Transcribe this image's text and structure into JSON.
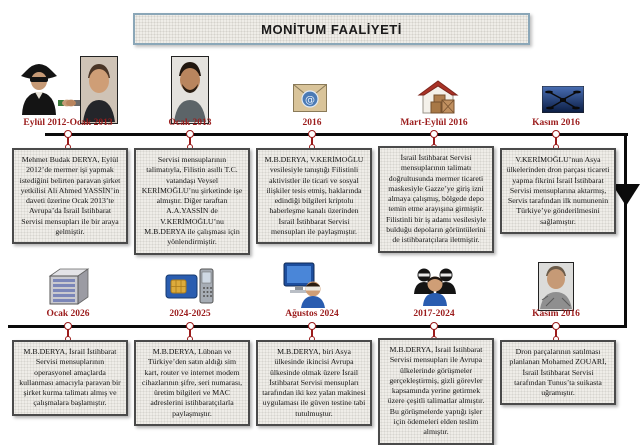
{
  "title": "MONİTUM FAALİYETİ",
  "colors": {
    "date_text": "#9b1c1c",
    "timeline": "#0b0b0b",
    "box_bg": "#efede8",
    "header_border": "#8ba7b8"
  },
  "top_events": [
    {
      "date": "Eylül 2012-Ocak 2013",
      "icon": "spy-handshake-portrait",
      "text": "Mehmet Budak DERYA, Eylül 2012’de mermer işi yapmak istediğini belirten paravan şirket yetkilisi Ali Ahmed YASSİN’in daveti üzerine Ocak 2013’te Avrupa’da İsrail İstihbarat Servisi mensupları ile bir araya gelmiştir."
    },
    {
      "date": "Ocak 2013",
      "icon": "portrait-photo",
      "text": "Servisi mensuplarının talimatıyla, Filistin asıllı T.C. vatandaşı Veysel KERİMOĞLU’nu şirketinde işe almıştır. Diğer taraftan A.A.YASSİN de V.KERİMOĞLU’nu M.B.DERYA ile çalışması için yönlendirmiştir."
    },
    {
      "date": "2016",
      "icon": "email-envelope",
      "text": "M.B.DERYA, V.KERİMOĞLU vesilesiyle tanıştığı Filistinli aktivistler ile ticari ve sosyal ilişkiler tesis etmiş, haklarında edindiği bilgileri kriptolu haberleşme kanalı üzerinden İsrail İstihbarat Servisi mensupları ile paylaşmıştır."
    },
    {
      "date": "Mart-Eylül 2016",
      "icon": "warehouse-crates",
      "text": "İsrail İstihbarat Servisi mensuplarının talimatı doğrultusunda mermer ticareti maskesiyle Gazze’ye giriş izni almaya çalışmış, bölgede depo temin etme arayışına girmiştir. Filistinli bir iş adamı vesilesiyle bulduğu depoların görüntülerini de istihbaratçılara iletmiştir."
    },
    {
      "date": "Kasım 2016",
      "icon": "drone-photo",
      "text": "V.KERİMOĞLU’nun Asya ülkelerinden dron parçası ticareti yapma fikrini İsrail İstihbarat Servisi mensuplarına aktarmış, Servis tarafından ilk numunenin Türkiye’ye gönderilmesini sağlamıştır."
    }
  ],
  "bottom_events": [
    {
      "date": "Ocak 2026",
      "icon": "server-tower",
      "text": "M.B.DERYA, İsrail İstihbarat Servisi mensuplarının operasyonel amaçlarda kullanması amacıyla paravan bir şirket kurma talimatı almış ve çalışmalara başlamıştır."
    },
    {
      "date": "2024-2025",
      "icon": "sim-card-phone",
      "text": "M.B.DERYA, Lübnan ve Türkiye’den satın aldığı sim kart, router ve internet modem cihazlarının şifre, seri numarası, üretim bilgileri ve MAC adreslerini istihbaratçılarla paylaşmıştır."
    },
    {
      "date": "Ağustos 2024",
      "icon": "polygraph-computer-person",
      "text": "M.B.DERYA, biri Asya ülkesinde ikincisi Avrupa ülkesinde olmak üzere İsrail İstihbarat Servisi mensupları tarafından iki kez yalan makinesi uygulaması ile güven testine tabi tutulmuştur."
    },
    {
      "date": "2017-2024",
      "icon": "agents-group",
      "text": "M.B.DERYA, İsrail İstihbarat Servisi mensupları ile Avrupa ülkelerinde görüşmeler gerçekleştirmiş, gizli görevler kapsamında yerine getirmek üzere çeşitli talimatlar almıştır. Bu görüşmelerde yaptığı işler için ödemeleri elden teslim almıştır."
    },
    {
      "date": "Kasım 2016",
      "icon": "portrait-photo",
      "text": "Dron parçalarının satılması planlanan Mohamed ZOUARİ, İsrail İstihbarat Servisi tarafından Tunus’ta suikasta uğramıştır."
    }
  ]
}
